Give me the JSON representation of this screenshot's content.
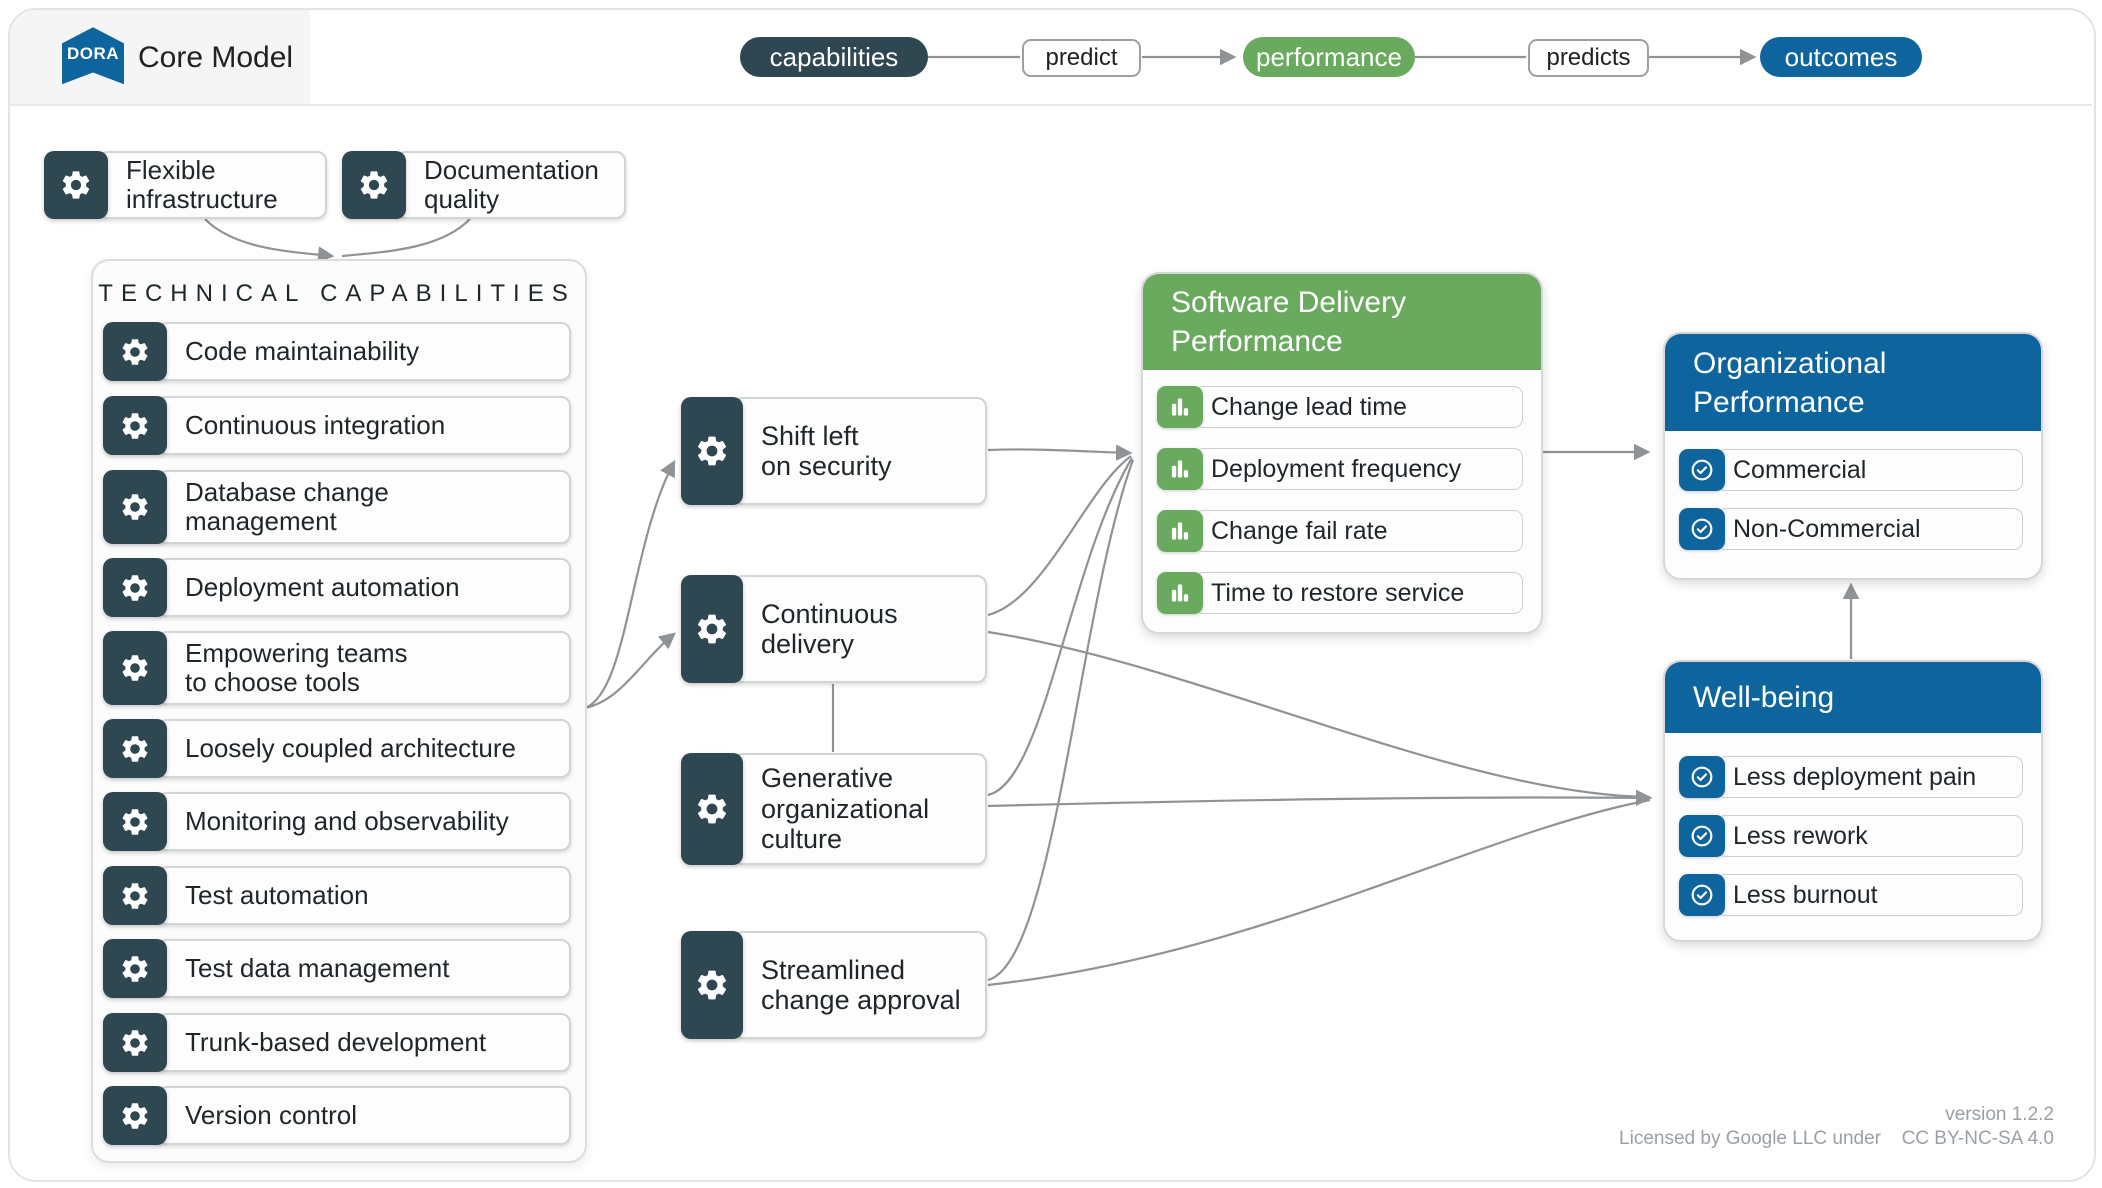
{
  "header": {
    "logo_text": "DORA",
    "title": "Core Model"
  },
  "flow": {
    "capabilities": "capabilities",
    "predict": "predict",
    "performance": "performance",
    "predicts": "predicts",
    "outcomes": "outcomes"
  },
  "standalone_capabilities": {
    "flexible_infrastructure": "Flexible\ninfrastructure",
    "documentation_quality": "Documentation\nquality"
  },
  "technical_capabilities": {
    "title": "TECHNICAL CAPABILITIES",
    "items": [
      "Code maintainability",
      "Continuous integration",
      "Database change\nmanagement",
      "Deployment automation",
      "Empowering teams\nto choose tools",
      "Loosely coupled architecture",
      "Monitoring and observability",
      "Test automation",
      "Test data management",
      "Trunk-based development",
      "Version control"
    ]
  },
  "mid_capabilities": {
    "shift_left": "Shift left\non security",
    "continuous_delivery": "Continuous\ndelivery",
    "generative_culture": "Generative\norganizational\nculture",
    "streamlined_change_approval": "Streamlined\nchange approval"
  },
  "software_delivery_performance": {
    "title": "Software Delivery\nPerformance",
    "metrics": [
      "Change lead time",
      "Deployment frequency",
      "Change fail rate",
      "Time to restore service"
    ]
  },
  "organizational_performance": {
    "title": "Organizational\nPerformance",
    "items": [
      "Commercial",
      "Non-Commercial"
    ]
  },
  "well_being": {
    "title": "Well-being",
    "items": [
      "Less deployment pain",
      "Less rework",
      "Less burnout"
    ]
  },
  "footer": {
    "version": "version 1.2.2",
    "license_prefix": "Licensed by Google LLC under",
    "license_name": "CC BY-NC-SA 4.0"
  },
  "colors": {
    "dark_slate": "#2f4750",
    "green": "#69aa5e",
    "blue": "#0e659e",
    "arrow_gray": "#8f9396"
  }
}
